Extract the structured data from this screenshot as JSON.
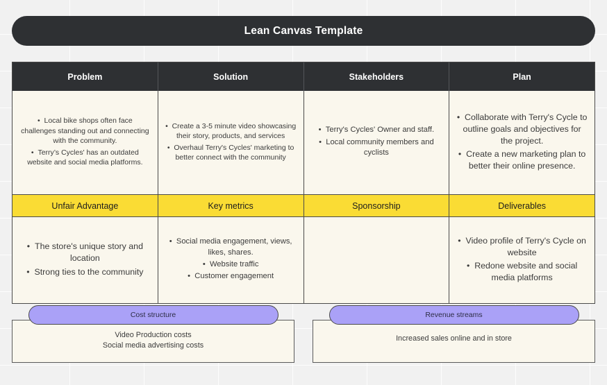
{
  "title": "Lean Canvas Template",
  "colors": {
    "header_dark": "#2e3033",
    "header_yellow": "#fadc34",
    "cell_cream": "#faf7ed",
    "pill_purple": "#aaa1f7",
    "page_background": "#f1f1f1",
    "border": "#4a4a4a"
  },
  "row1": {
    "headers": [
      {
        "label": "Problem"
      },
      {
        "label": "Solution"
      },
      {
        "label": "Stakeholders"
      },
      {
        "label": "Plan"
      }
    ],
    "cells": [
      {
        "name": "problem",
        "bullets": [
          "Local bike shops often face challenges standing out and connecting with the community.",
          "Terry’s Cycles' has an outdated website and social media platforms."
        ]
      },
      {
        "name": "solution",
        "bullets": [
          "Create a 3-5 minute video showcasing their story, products, and services",
          "Overhaul Terry's Cycles' marketing to better connect with the community"
        ]
      },
      {
        "name": "stakeholders",
        "bullets": [
          "Terry's Cycles' Owner and staff.",
          "Local community members and cyclists"
        ]
      },
      {
        "name": "plan",
        "bullets": [
          "Collaborate with Terry's Cycle to outline goals and objectives for the project.",
          "Create a new marketing plan to better their online presence."
        ]
      }
    ]
  },
  "row2": {
    "headers": [
      {
        "label": "Unfair Advantage"
      },
      {
        "label": "Key metrics"
      },
      {
        "label": "Sponsorship"
      },
      {
        "label": "Deliverables"
      }
    ],
    "cells": [
      {
        "name": "unfair-advantage",
        "bullets": [
          "The store's unique story and location",
          "Strong ties to the community"
        ]
      },
      {
        "name": "key-metrics",
        "bullets": [
          "Social media engagement, views, likes, shares.",
          "Website traffic",
          "Customer engagement"
        ]
      },
      {
        "name": "sponsorship",
        "bullets": []
      },
      {
        "name": "deliverables",
        "bullets": [
          "Video profile of Terry's Cycle on website",
          "Redone website and social media platforms"
        ]
      }
    ]
  },
  "bottom": {
    "left": {
      "pill_label": "Cost structure",
      "lines": [
        "Video Production costs",
        "Social media advertising costs"
      ]
    },
    "right": {
      "pill_label": "Revenue streams",
      "lines": [
        "Increased sales online and in store"
      ]
    }
  }
}
